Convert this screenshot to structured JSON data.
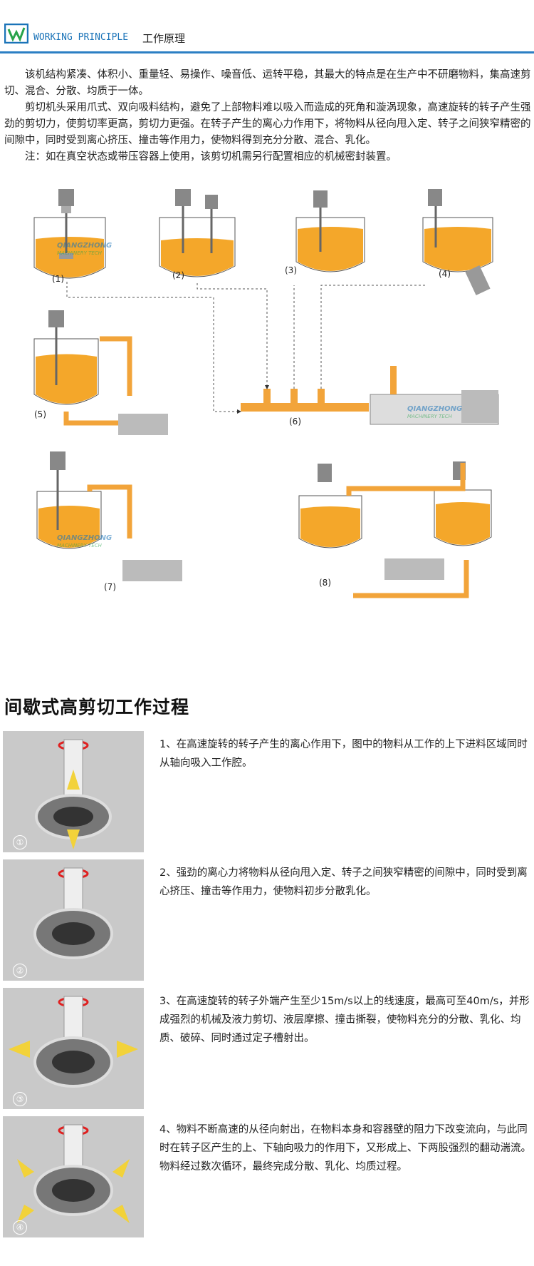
{
  "header": {
    "title_en": "WORKING PRINCIPLE",
    "title_cn": "工作原理"
  },
  "intro": {
    "p1": "该机结构紧凑、体积小、重量轻、易操作、噪音低、运转平稳，其最大的特点是在生产中不研磨物料，集高速剪切、混合、分散、均质于一体。",
    "p2": "剪切机头采用爪式、双向吸料结构，避免了上部物料难以吸入而造成的死角和漩涡现象，高速旋转的转子产生强劲的剪切力，使剪切率更高，剪切力更强。在转子产生的离心力作用下，将物料从径向甩入定、转子之间狭窄精密的间隙中，同时受到离心挤压、撞击等作用力，使物料得到充分分散、混合、乳化。",
    "p3": "注：如在真空状态或带压容器上使用，该剪切机需另行配置相应的机械密封装置。"
  },
  "diagram": {
    "labels": [
      "(1)",
      "(2)",
      "(3)",
      "(4)",
      "(5)",
      "(6)",
      "(7)",
      "(8)"
    ],
    "watermark_top": "QIANGZHONG",
    "watermark_bottom": "MACHINERY TECH"
  },
  "section": {
    "title": "间歇式高剪切工作过程"
  },
  "steps": [
    {
      "num": "①",
      "text": "1、在高速旋转的转子产生的离心作用下，图中的物料从工作的上下进料区域同时从轴向吸入工作腔。"
    },
    {
      "num": "②",
      "text": "2、强劲的离心力将物料从径向甩入定、转子之间狭窄精密的间隙中，同时受到离心挤压、撞击等作用力，使物料初步分散乳化。"
    },
    {
      "num": "③",
      "text": "3、在高速旋转的转子外端产生至少15m/s以上的线速度，最高可至40m/s，并形成强烈的机械及液力剪切、液层摩擦、撞击撕裂，使物料充分的分散、乳化、均质、破碎、同时通过定子槽射出。"
    },
    {
      "num": "④",
      "text": "4、物料不断高速的从径向射出，在物料本身和容器壁的阻力下改变流向，与此同时在转子区产生的上、下轴向吸力的作用下，又形成上、下两股强烈的翻动湍流。物料经过数次循环，最终完成分散、乳化、均质过程。"
    }
  ],
  "colors": {
    "accent": "#2c7fc4",
    "liquid": "#f4a72a",
    "pipe": "#f2a43a"
  }
}
